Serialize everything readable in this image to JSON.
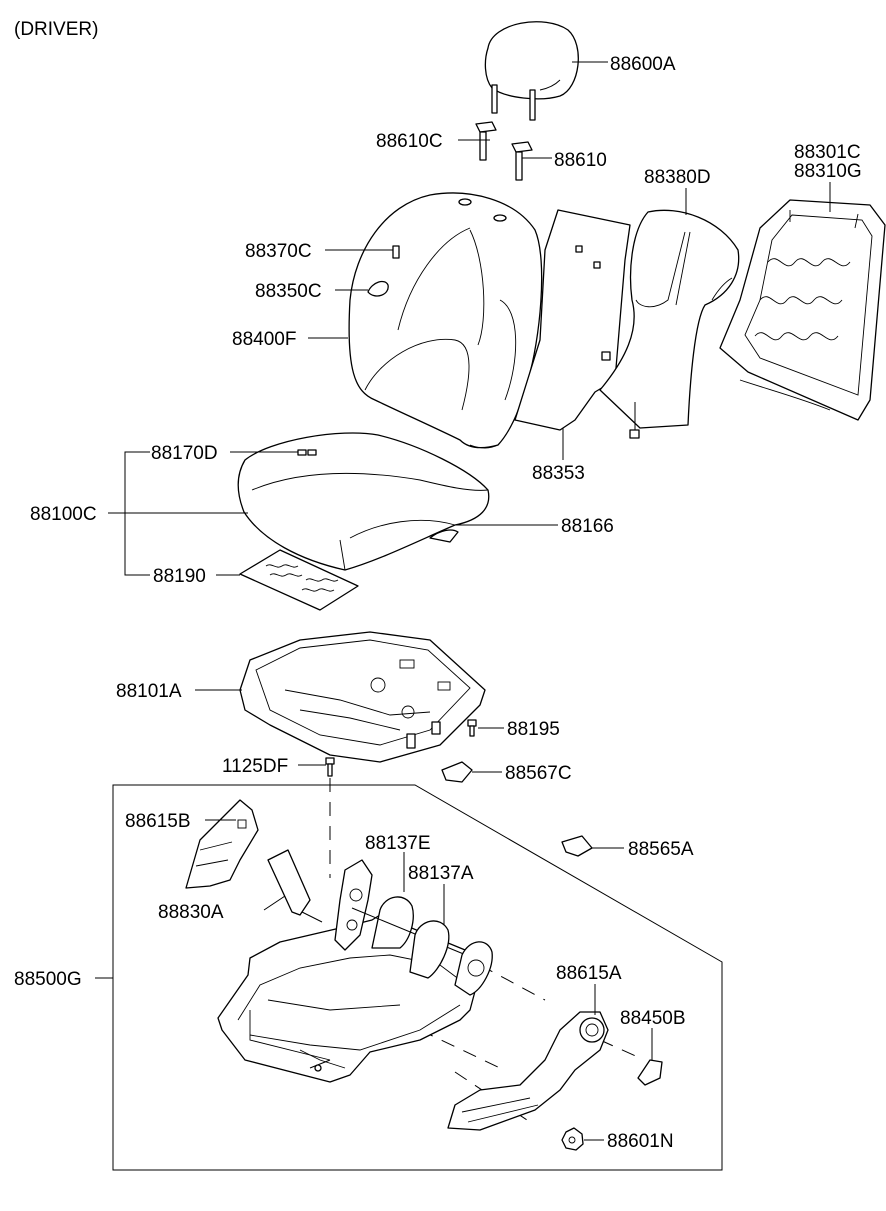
{
  "header": {
    "title": "(DRIVER)"
  },
  "parts": {
    "p88600A": "88600A",
    "p88610C": "88610C",
    "p88610": "88610",
    "p88380D": "88380D",
    "p88301C": "88301C",
    "p88310G": "88310G",
    "p88370C": "88370C",
    "p88350C": "88350C",
    "p88400F": "88400F",
    "p88353": "88353",
    "p88170D": "88170D",
    "p88100C": "88100C",
    "p88166": "88166",
    "p88190": "88190",
    "p88101A": "88101A",
    "p88195": "88195",
    "p1125DF": "1125DF",
    "p88567C": "88567C",
    "p88615B": "88615B",
    "p88565A": "88565A",
    "p88137E": "88137E",
    "p88137A": "88137A",
    "p88830A": "88830A",
    "p88500G": "88500G",
    "p88615A": "88615A",
    "p88450B": "88450B",
    "p88601N": "88601N"
  }
}
